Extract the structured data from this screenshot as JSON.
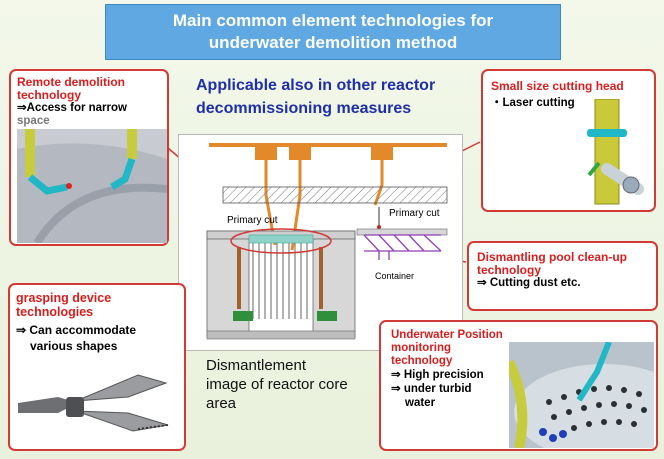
{
  "title": {
    "line1": "Main common element technologies for",
    "line2": "underwater demolition method"
  },
  "subtitle": {
    "line1": "Applicable also in other reactor",
    "line2": "decommissioning measures"
  },
  "boxes": {
    "remote": {
      "heading1": "Remote demolition",
      "heading2": "technology",
      "text1": "⇒Access for narrow",
      "text2": "space"
    },
    "cutting_head": {
      "heading": "Small size cutting head",
      "text": "・Laser cutting"
    },
    "pool": {
      "heading1": "Dismantling pool clean-up",
      "heading2": "technology",
      "text": "⇒ Cutting dust etc."
    },
    "grasping": {
      "heading1": "grasping device",
      "heading2": "technologies",
      "text1": "⇒ Can accommodate",
      "text2": "various shapes"
    },
    "position": {
      "heading1": "Underwater Position monitoring",
      "heading2": "technology",
      "text1": "⇒ High precision",
      "text2": "⇒ under turbid",
      "text3": "water"
    }
  },
  "diagram": {
    "label_primary_left": "Primary cut",
    "label_primary_right": "Primary cut",
    "label_container": "Container"
  },
  "caption": {
    "line1": "Dismantlement",
    "line2": "image of reactor core",
    "line3": "area"
  },
  "colors": {
    "title_bg": "#5fa8e2",
    "accent_red": "#d23a36",
    "subtitle_blue": "#1f2fa8"
  }
}
